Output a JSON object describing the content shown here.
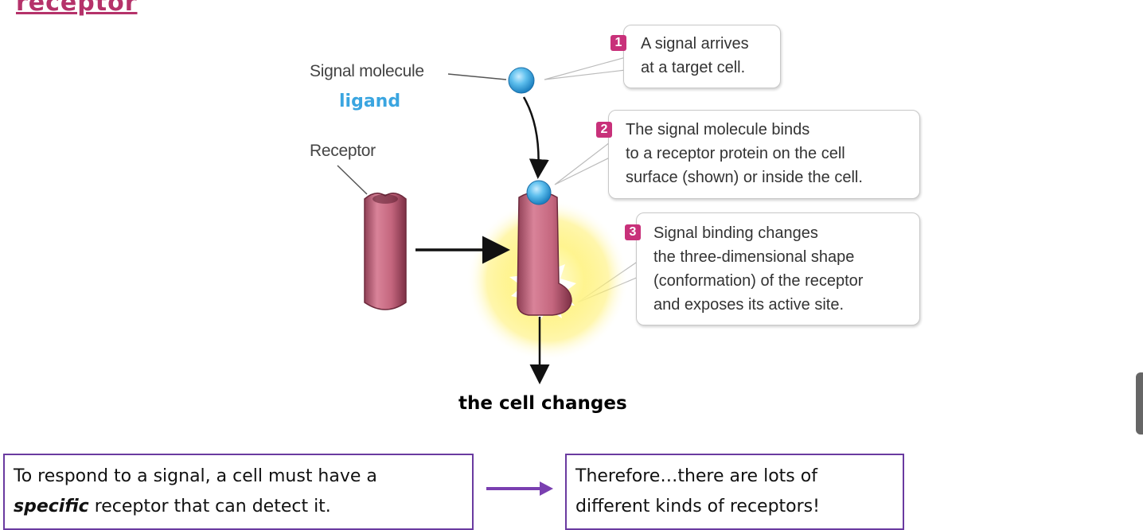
{
  "heading": "receptor",
  "diagram": {
    "signal_molecule_label": "Signal molecule",
    "ligand_label": "ligand",
    "receptor_label": "Receptor",
    "steps": [
      {
        "number": "1",
        "text": "A signal arrives\nat a target cell."
      },
      {
        "number": "2",
        "text": "The signal molecule binds\nto a receptor protein on the cell\nsurface (shown) or inside the cell."
      },
      {
        "number": "3",
        "text": "Signal binding changes\nthe three-dimensional shape\n(conformation) of the receptor\nand exposes its active site."
      }
    ],
    "outcome_label": "the cell changes"
  },
  "notes": {
    "left_box": {
      "before": "To respond to a signal, a cell must have a",
      "emphasis": "specific",
      "after": " receptor that can detect it."
    },
    "right_box": {
      "line1": "Therefore…there are lots of",
      "line2": "different kinds of receptors!"
    }
  },
  "colors": {
    "heading": "#b5326a",
    "ligand": "#3aa5e0",
    "receptor": "#c4667e",
    "step_badge": "#c8317a",
    "box_border": "#6a3aa0",
    "arrow_purple": "#7a3fb0"
  }
}
